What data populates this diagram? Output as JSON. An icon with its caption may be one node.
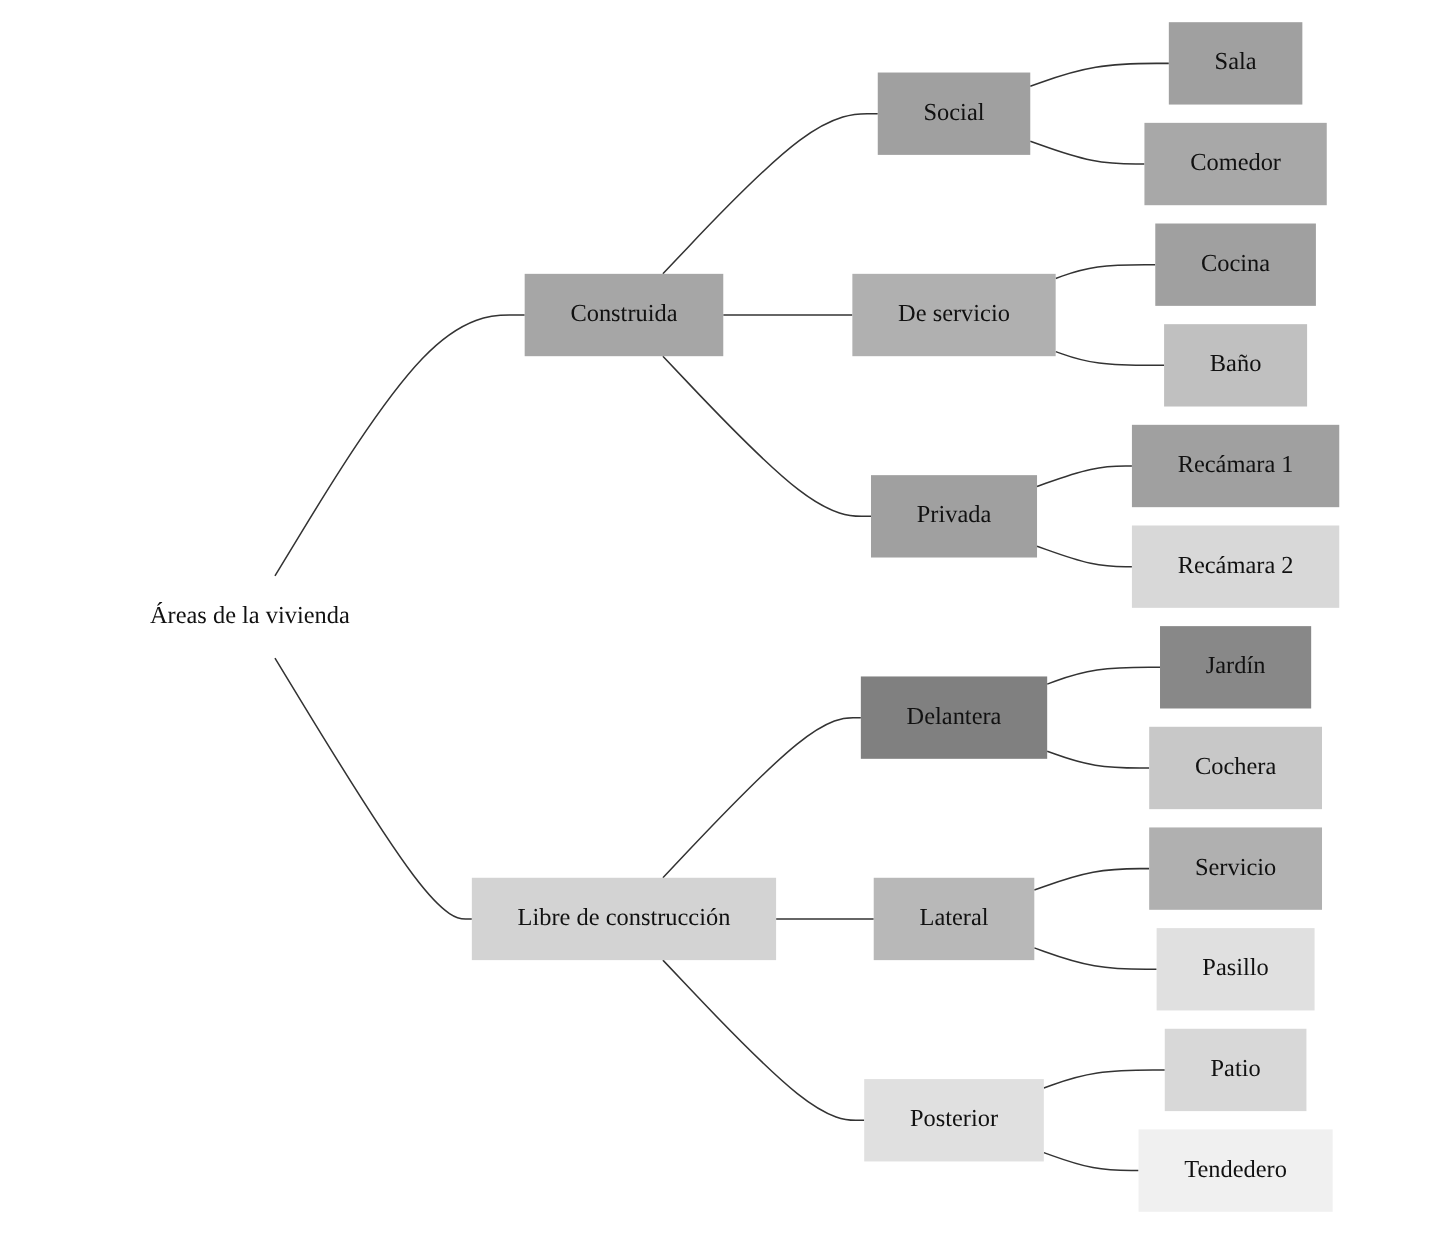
{
  "diagram": {
    "nodes": [
      {
        "text": [
          "Áreas de la vivienda"
        ]
      },
      {
        "text": [
          "Construida"
        ]
      },
      {
        "text": [
          "Social"
        ]
      },
      {
        "text": [
          "Sala"
        ]
      },
      {
        "text": [
          "Comedor"
        ]
      },
      {
        "text": [
          "De servicio"
        ]
      },
      {
        "text": [
          "Cocina"
        ]
      },
      {
        "text": [
          "Baño"
        ]
      },
      {
        "text": [
          "Privada"
        ]
      },
      {
        "text": [
          "Recámara 1"
        ]
      },
      {
        "text": [
          "Recámara 2"
        ]
      },
      {
        "text": [
          "Libre de construcción"
        ]
      },
      {
        "text": [
          "Delantera"
        ]
      },
      {
        "text": [
          "Jardín"
        ]
      },
      {
        "text": [
          "Cochera"
        ]
      },
      {
        "text": [
          "Lateral"
        ]
      },
      {
        "text": [
          "Servicio"
        ]
      },
      {
        "text": [
          "Pasillo"
        ]
      },
      {
        "text": [
          "Posterior"
        ]
      },
      {
        "text": [
          "Patio"
        ]
      },
      {
        "text": [
          "Tendedero"
        ]
      }
    ],
    "edges": [
      {
        "from": 0,
        "to": 1,
        "arrow": "none"
      },
      {
        "from": 0,
        "to": 11,
        "arrow": "none"
      },
      {
        "from": 1,
        "to": 2,
        "arrow": "none"
      },
      {
        "from": 1,
        "to": 5,
        "arrow": "none"
      },
      {
        "from": 1,
        "to": 8,
        "arrow": "none"
      },
      {
        "from": 2,
        "to": 3,
        "arrow": "none"
      },
      {
        "from": 2,
        "to": 4,
        "arrow": "none"
      },
      {
        "from": 5,
        "to": 6,
        "arrow": "none"
      },
      {
        "from": 5,
        "to": 7,
        "arrow": "none"
      },
      {
        "from": 8,
        "to": 9,
        "arrow": "none"
      },
      {
        "from": 8,
        "to": 10,
        "arrow": "none"
      },
      {
        "from": 11,
        "to": 12,
        "arrow": "none"
      },
      {
        "from": 11,
        "to": 15,
        "arrow": "none"
      },
      {
        "from": 11,
        "to": 18,
        "arrow": "none"
      },
      {
        "from": 12,
        "to": 13,
        "arrow": "none"
      },
      {
        "from": 12,
        "to": 14,
        "arrow": "none"
      },
      {
        "from": 15,
        "to": 16,
        "arrow": "none"
      },
      {
        "from": 15,
        "to": 17,
        "arrow": "none"
      },
      {
        "from": 18,
        "to": 19,
        "arrow": "none"
      },
      {
        "from": 18,
        "to": 20,
        "arrow": "none"
      }
    ]
  }
}
